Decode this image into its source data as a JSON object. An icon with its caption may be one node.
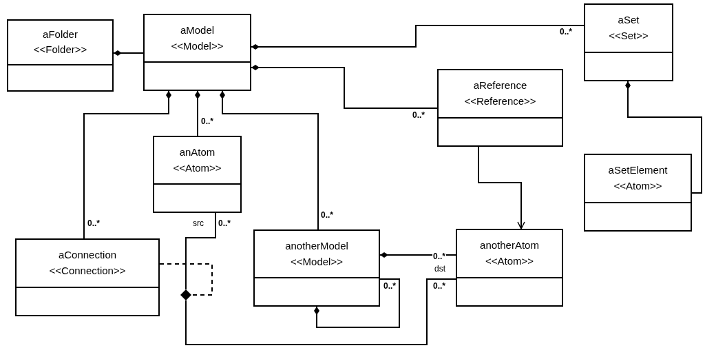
{
  "diagram": {
    "nodes": [
      {
        "text": [
          "aFolder",
          "<<Folder>>"
        ]
      },
      {
        "text": [
          "aModel",
          "<<Model>>"
        ]
      },
      {
        "text": [
          "aSet",
          "<<Set>>"
        ]
      },
      {
        "text": [
          "aReference",
          "<<Reference>>"
        ]
      },
      {
        "text": [
          "anAtom",
          "<<Atom>>"
        ]
      },
      {
        "text": [
          "aSetElement",
          "<<Atom>>"
        ]
      },
      {
        "text": [
          "aConnection",
          "<<Connection>>"
        ]
      },
      {
        "text": [
          "anotherModel",
          "<<Model>>"
        ]
      },
      {
        "text": [
          "anotherAtom",
          "<<Atom>>"
        ]
      },
      {
        "text": [],
        "shape": "diamond"
      }
    ],
    "edges": [
      {
        "from": 0,
        "to": 1,
        "arrow": "other"
      },
      {
        "from": 1,
        "to": 2,
        "arrow": "other",
        "label": "0..*"
      },
      {
        "from": 1,
        "to": 3,
        "arrow": "other",
        "label": "0..*"
      },
      {
        "from": 1,
        "to": 6,
        "arrow": "other",
        "label": "0..*"
      },
      {
        "from": 1,
        "to": 4,
        "arrow": "other",
        "label": "0..*"
      },
      {
        "from": 1,
        "to": 7,
        "arrow": "other",
        "label": "0..*"
      },
      {
        "from": 2,
        "to": 5,
        "arrow": "other"
      },
      {
        "from": 3,
        "to": 8,
        "arrow": "to"
      },
      {
        "from": 7,
        "to": 8,
        "arrow": "other",
        "label": "0..*"
      },
      {
        "from": 7,
        "to": 7,
        "arrow": "other",
        "label": "0..*"
      },
      {
        "from": 4,
        "to": 9,
        "arrow": "none",
        "label": "0..*"
      },
      {
        "from": 9,
        "to": 8,
        "arrow": "none",
        "label": "0..*"
      },
      {
        "from": 6,
        "to": 9,
        "arrow": "none",
        "style": "dashed"
      }
    ],
    "labels": [
      "src",
      "dst"
    ]
  }
}
